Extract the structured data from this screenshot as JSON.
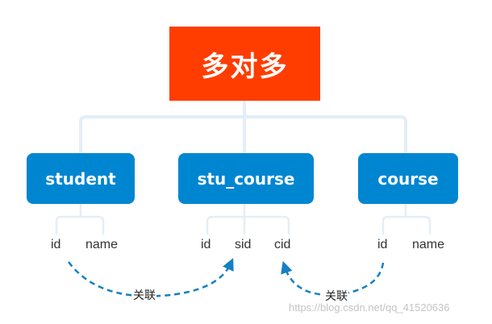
{
  "diagram": {
    "title": "多对多",
    "colors": {
      "title_box": "#ff3d00",
      "entity_box": "#0086d1",
      "tree_line": "#e4eef7",
      "arrow": "#1580c3"
    },
    "entities": [
      {
        "id": "student",
        "label": "student",
        "fields": [
          "id",
          "name"
        ]
      },
      {
        "id": "stu-course",
        "label": "stu_course",
        "fields": [
          "id",
          "sid",
          "cid"
        ]
      },
      {
        "id": "course",
        "label": "course",
        "fields": [
          "id",
          "name"
        ]
      }
    ],
    "relations": [
      {
        "from": "student.id",
        "to": "stu_course.sid",
        "label": "关联"
      },
      {
        "from": "course.id",
        "to": "stu_course.cid",
        "label": "关联"
      }
    ]
  },
  "watermark": "https://blog.csdn.net/qq_41520636"
}
